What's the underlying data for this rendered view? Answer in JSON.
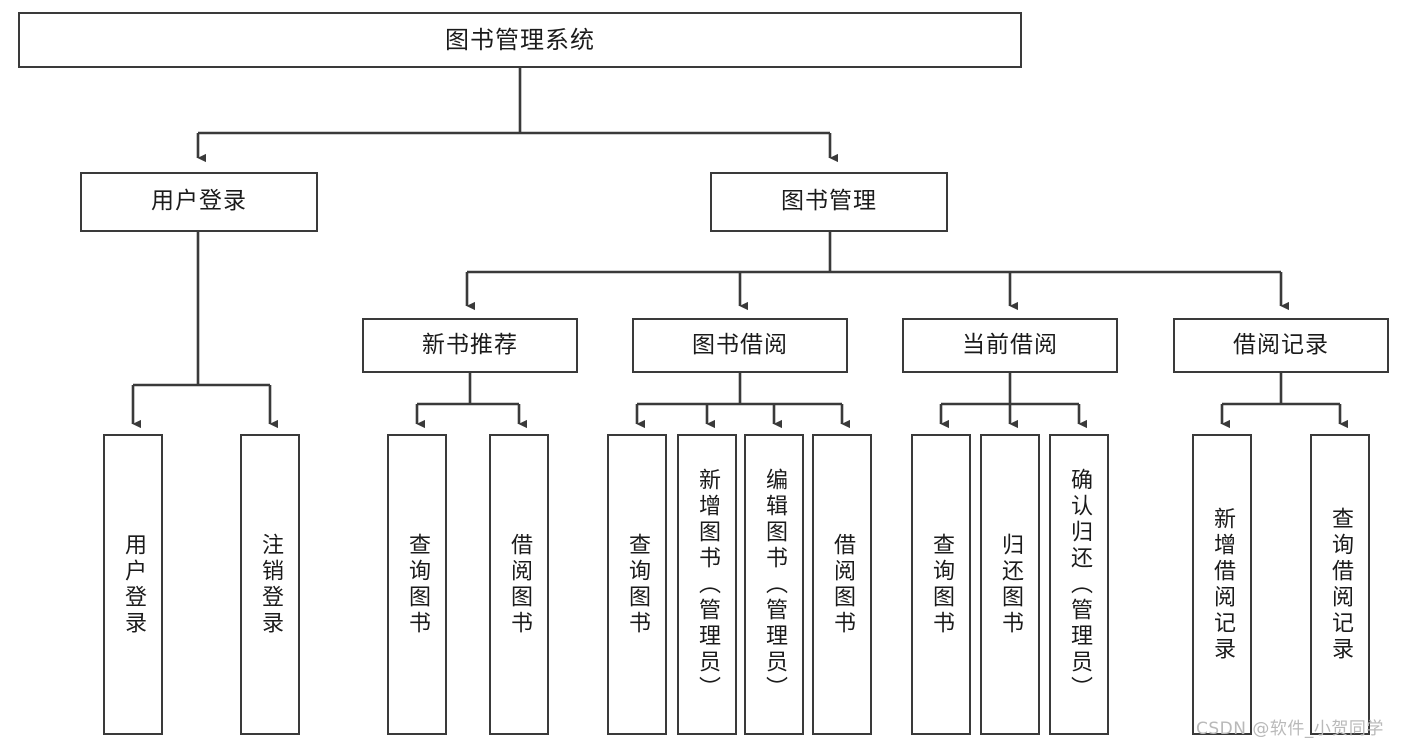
{
  "diagram": {
    "type": "tree-hierarchy",
    "title": "图书管理系统",
    "orientation": "top-down",
    "levels": 4,
    "root": {
      "id": "root",
      "label": "图书管理系统",
      "text_orientation": "horizontal"
    },
    "level2": [
      {
        "id": "user-login",
        "label": "用户登录",
        "text_orientation": "horizontal"
      },
      {
        "id": "book-management",
        "label": "图书管理",
        "text_orientation": "horizontal"
      }
    ],
    "level3": [
      {
        "id": "new-book-recommend",
        "label": "新书推荐",
        "parent": "book-management",
        "text_orientation": "horizontal"
      },
      {
        "id": "book-borrow",
        "label": "图书借阅",
        "parent": "book-management",
        "text_orientation": "horizontal"
      },
      {
        "id": "current-borrow",
        "label": "当前借阅",
        "parent": "book-management",
        "text_orientation": "horizontal"
      },
      {
        "id": "borrow-record",
        "label": "借阅记录",
        "parent": "book-management",
        "text_orientation": "horizontal"
      }
    ],
    "leaves": [
      {
        "id": "leaf-user-login",
        "label": "用户登录",
        "parent": "user-login",
        "text_orientation": "vertical"
      },
      {
        "id": "leaf-logout",
        "label": "注销登录",
        "parent": "user-login",
        "text_orientation": "vertical"
      },
      {
        "id": "leaf-query-book-1",
        "label": "查询图书",
        "parent": "new-book-recommend",
        "text_orientation": "vertical"
      },
      {
        "id": "leaf-borrow-book-1",
        "label": "借阅图书",
        "parent": "new-book-recommend",
        "text_orientation": "vertical"
      },
      {
        "id": "leaf-query-book-2",
        "label": "查询图书",
        "parent": "book-borrow",
        "text_orientation": "vertical"
      },
      {
        "id": "leaf-add-book",
        "label": "新增图书（管理员）",
        "parent": "book-borrow",
        "text_orientation": "vertical"
      },
      {
        "id": "leaf-edit-book",
        "label": "编辑图书（管理员）",
        "parent": "book-borrow",
        "text_orientation": "vertical"
      },
      {
        "id": "leaf-borrow-book-2",
        "label": "借阅图书",
        "parent": "book-borrow",
        "text_orientation": "vertical"
      },
      {
        "id": "leaf-query-book-3",
        "label": "查询图书",
        "parent": "current-borrow",
        "text_orientation": "vertical"
      },
      {
        "id": "leaf-return-book",
        "label": "归还图书",
        "parent": "current-borrow",
        "text_orientation": "vertical"
      },
      {
        "id": "leaf-confirm-return",
        "label": "确认归还（管理员）",
        "parent": "current-borrow",
        "text_orientation": "vertical"
      },
      {
        "id": "leaf-add-record",
        "label": "新增借阅记录",
        "parent": "borrow-record",
        "text_orientation": "vertical"
      },
      {
        "id": "leaf-query-record",
        "label": "查询借阅记录",
        "parent": "borrow-record",
        "text_orientation": "vertical"
      }
    ]
  },
  "watermark": {
    "text": "CSDN @软件_小贺同学"
  },
  "colors": {
    "stroke": "#3a3a3a",
    "background": "#ffffff",
    "text": "#1b1b1b",
    "watermark": "#b9b9b9"
  }
}
